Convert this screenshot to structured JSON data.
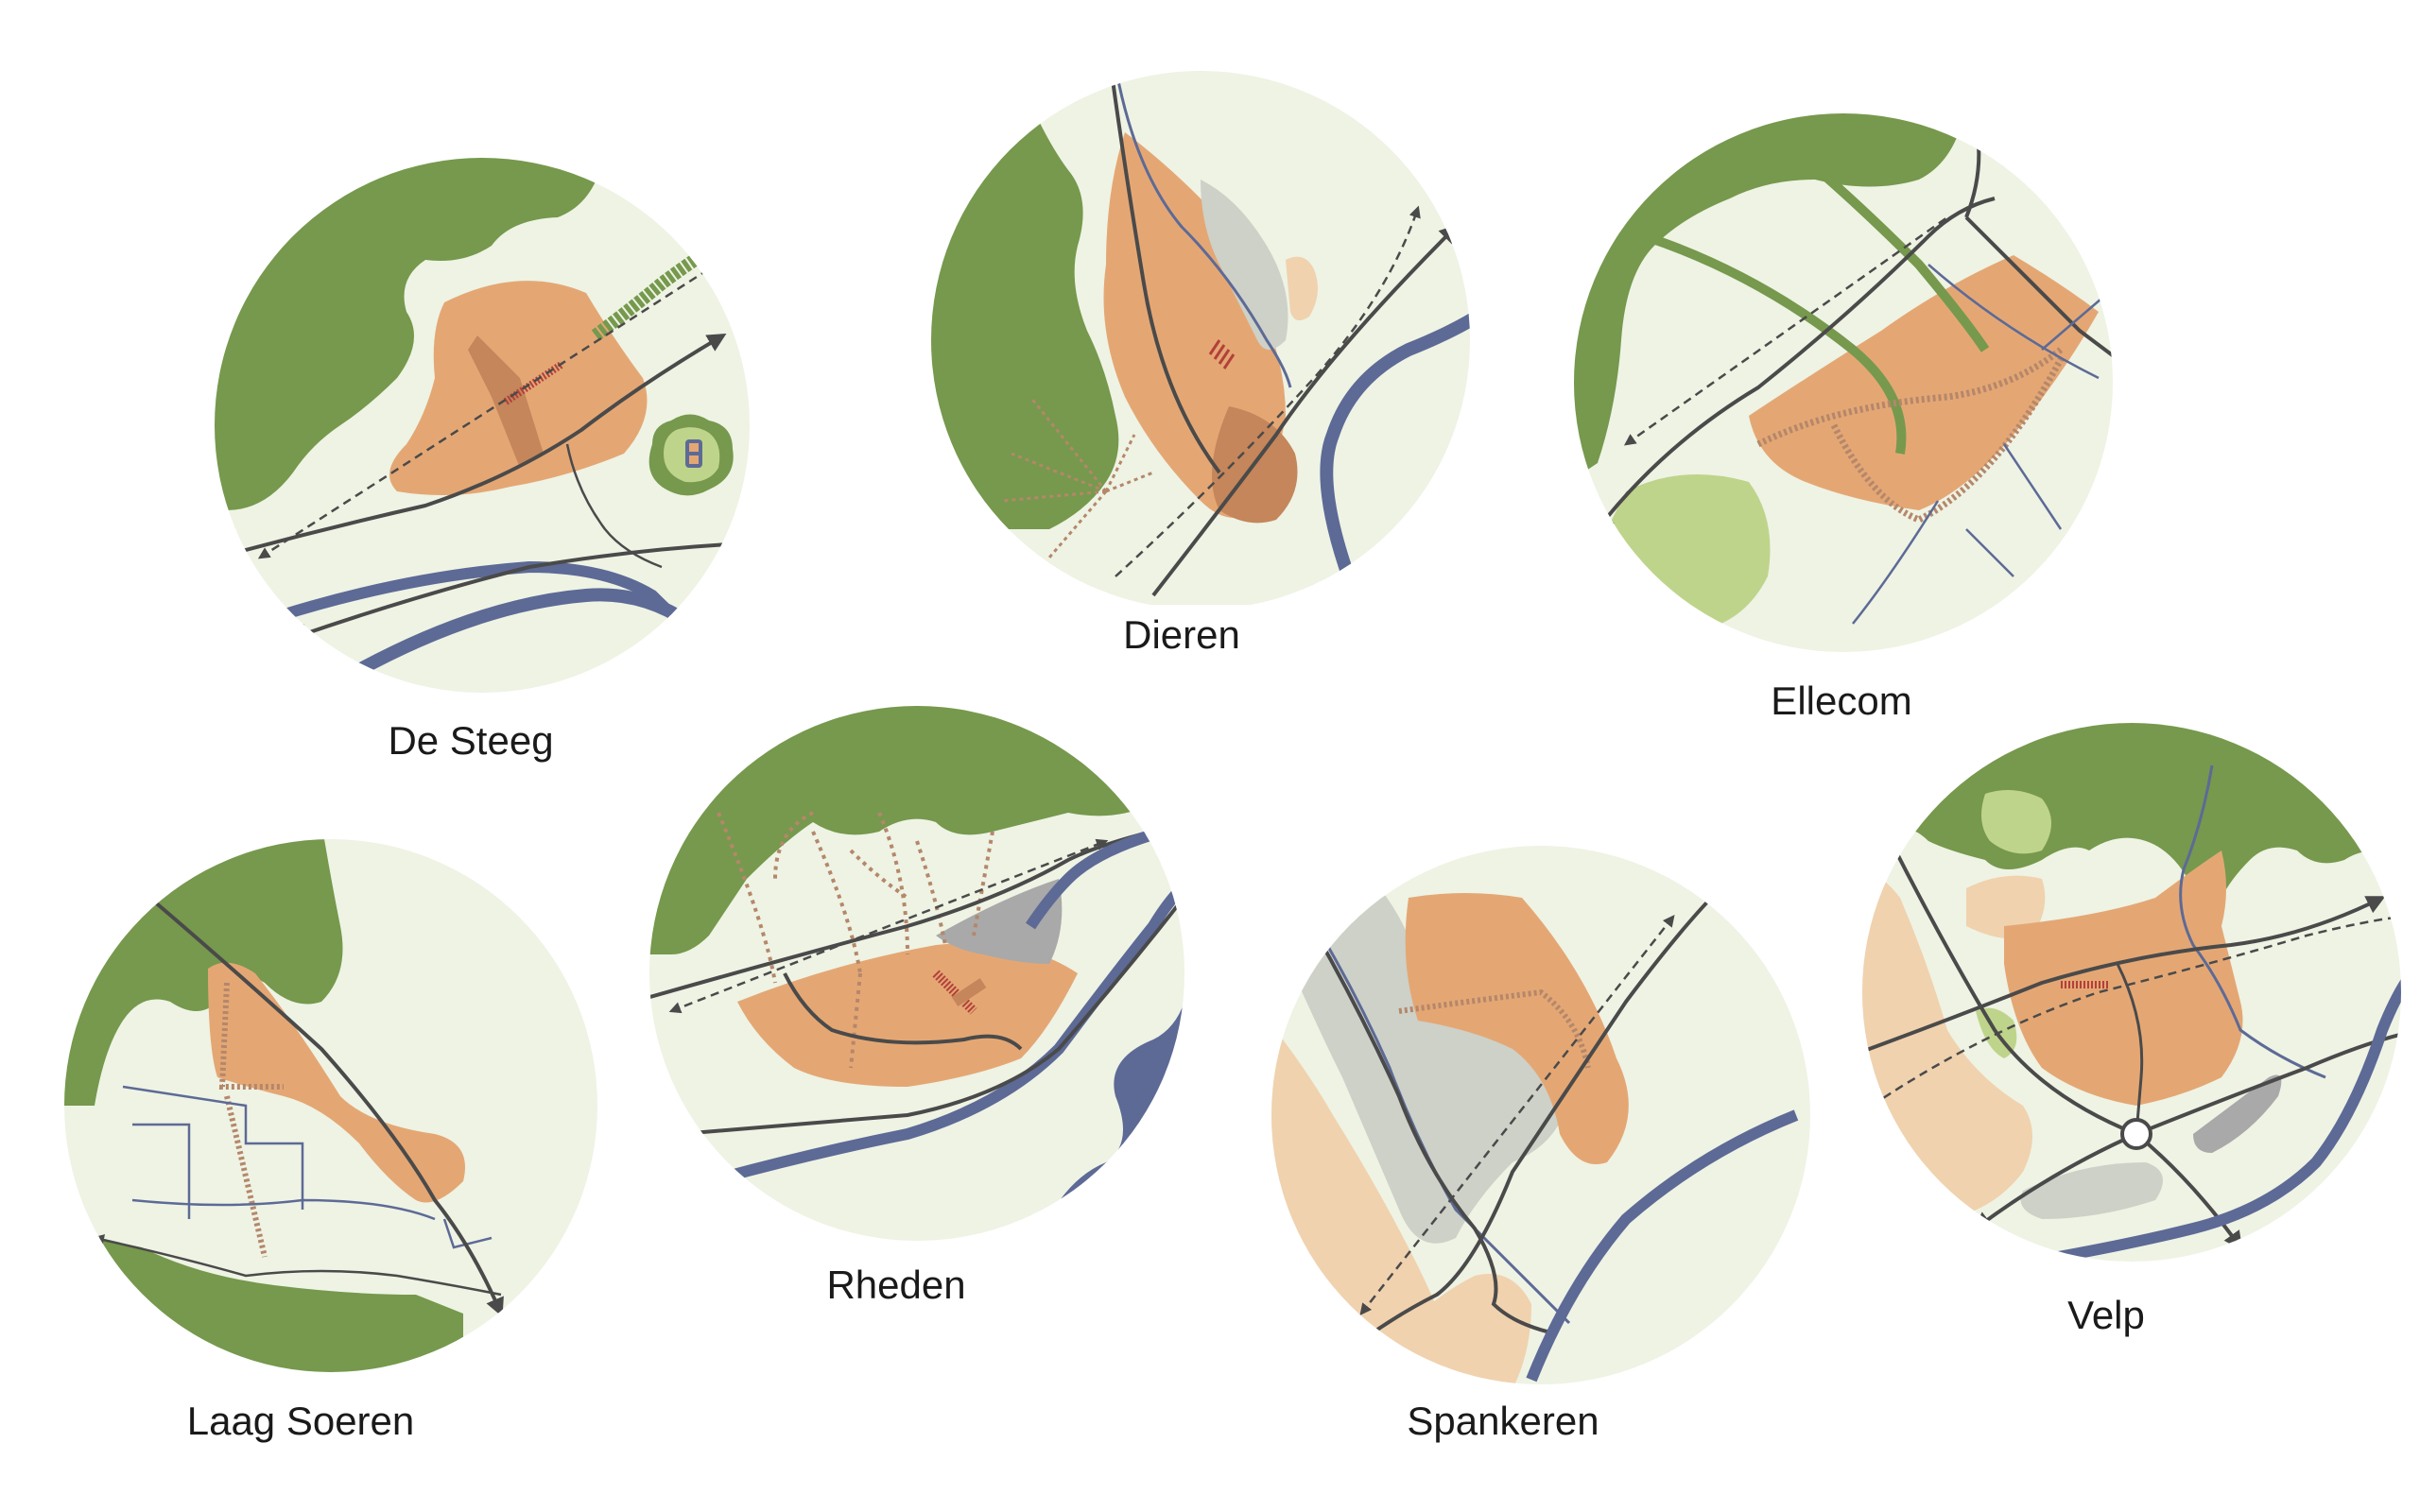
{
  "colors": {
    "background": "#eef3e4",
    "forest": "#76994d",
    "forest_light": "#bfd48b",
    "village": "#e4a774",
    "village_dark": "#c4865a",
    "village_pale": "#f0d2ae",
    "water": "#5d6a96",
    "road": "#4a4a4a",
    "floodplain": "#cdd1c8",
    "path": "#b5876a",
    "center": "#b3403a"
  },
  "places": {
    "de_steeg": "De Steeg",
    "dieren": "Dieren",
    "ellecom": "Ellecom",
    "laag_soeren": "Laag Soeren",
    "rheden": "Rheden",
    "spankeren": "Spankeren",
    "velp": "Velp"
  }
}
